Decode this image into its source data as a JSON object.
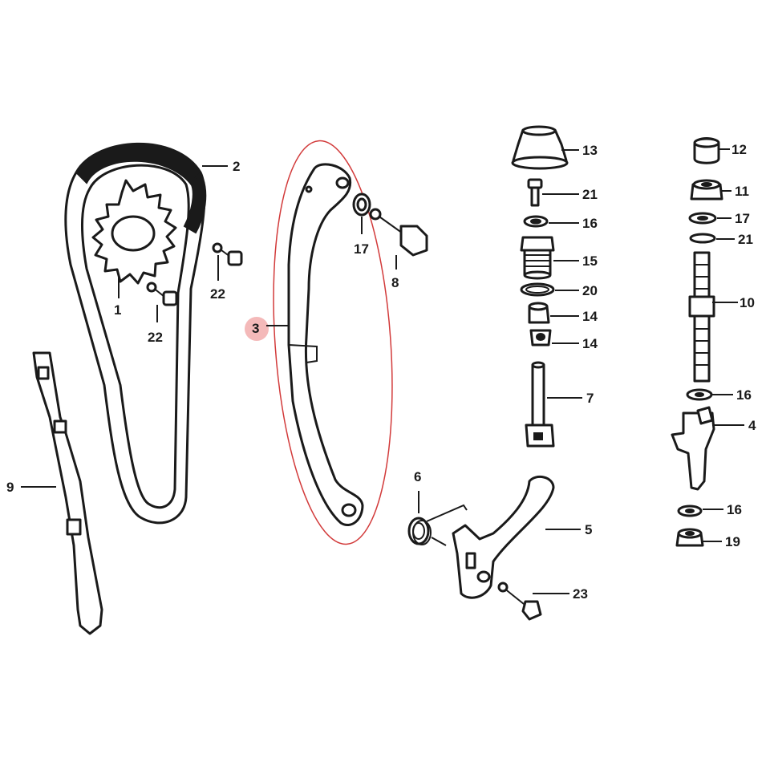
{
  "diagram": {
    "highlight_color": "#d23a3a",
    "highlight_dot_color": "#f4b9b9",
    "line_color": "#1a1a1a",
    "highlighted_part": "3",
    "callouts": {
      "p1": "1",
      "p2": "2",
      "p3": "3",
      "p4": "4",
      "p5": "5",
      "p6": "6",
      "p7": "7",
      "p8": "8",
      "p9": "9",
      "p10": "10",
      "p11": "11",
      "p12": "12",
      "p13": "13",
      "p14a": "14",
      "p14b": "14",
      "p15": "15",
      "p16a": "16",
      "p16b": "16",
      "p16c": "16",
      "p17a": "17",
      "p17b": "17",
      "p19": "19",
      "p20": "20",
      "p21a": "21",
      "p21b": "21",
      "p22a": "22",
      "p22b": "22",
      "p23": "23"
    }
  }
}
